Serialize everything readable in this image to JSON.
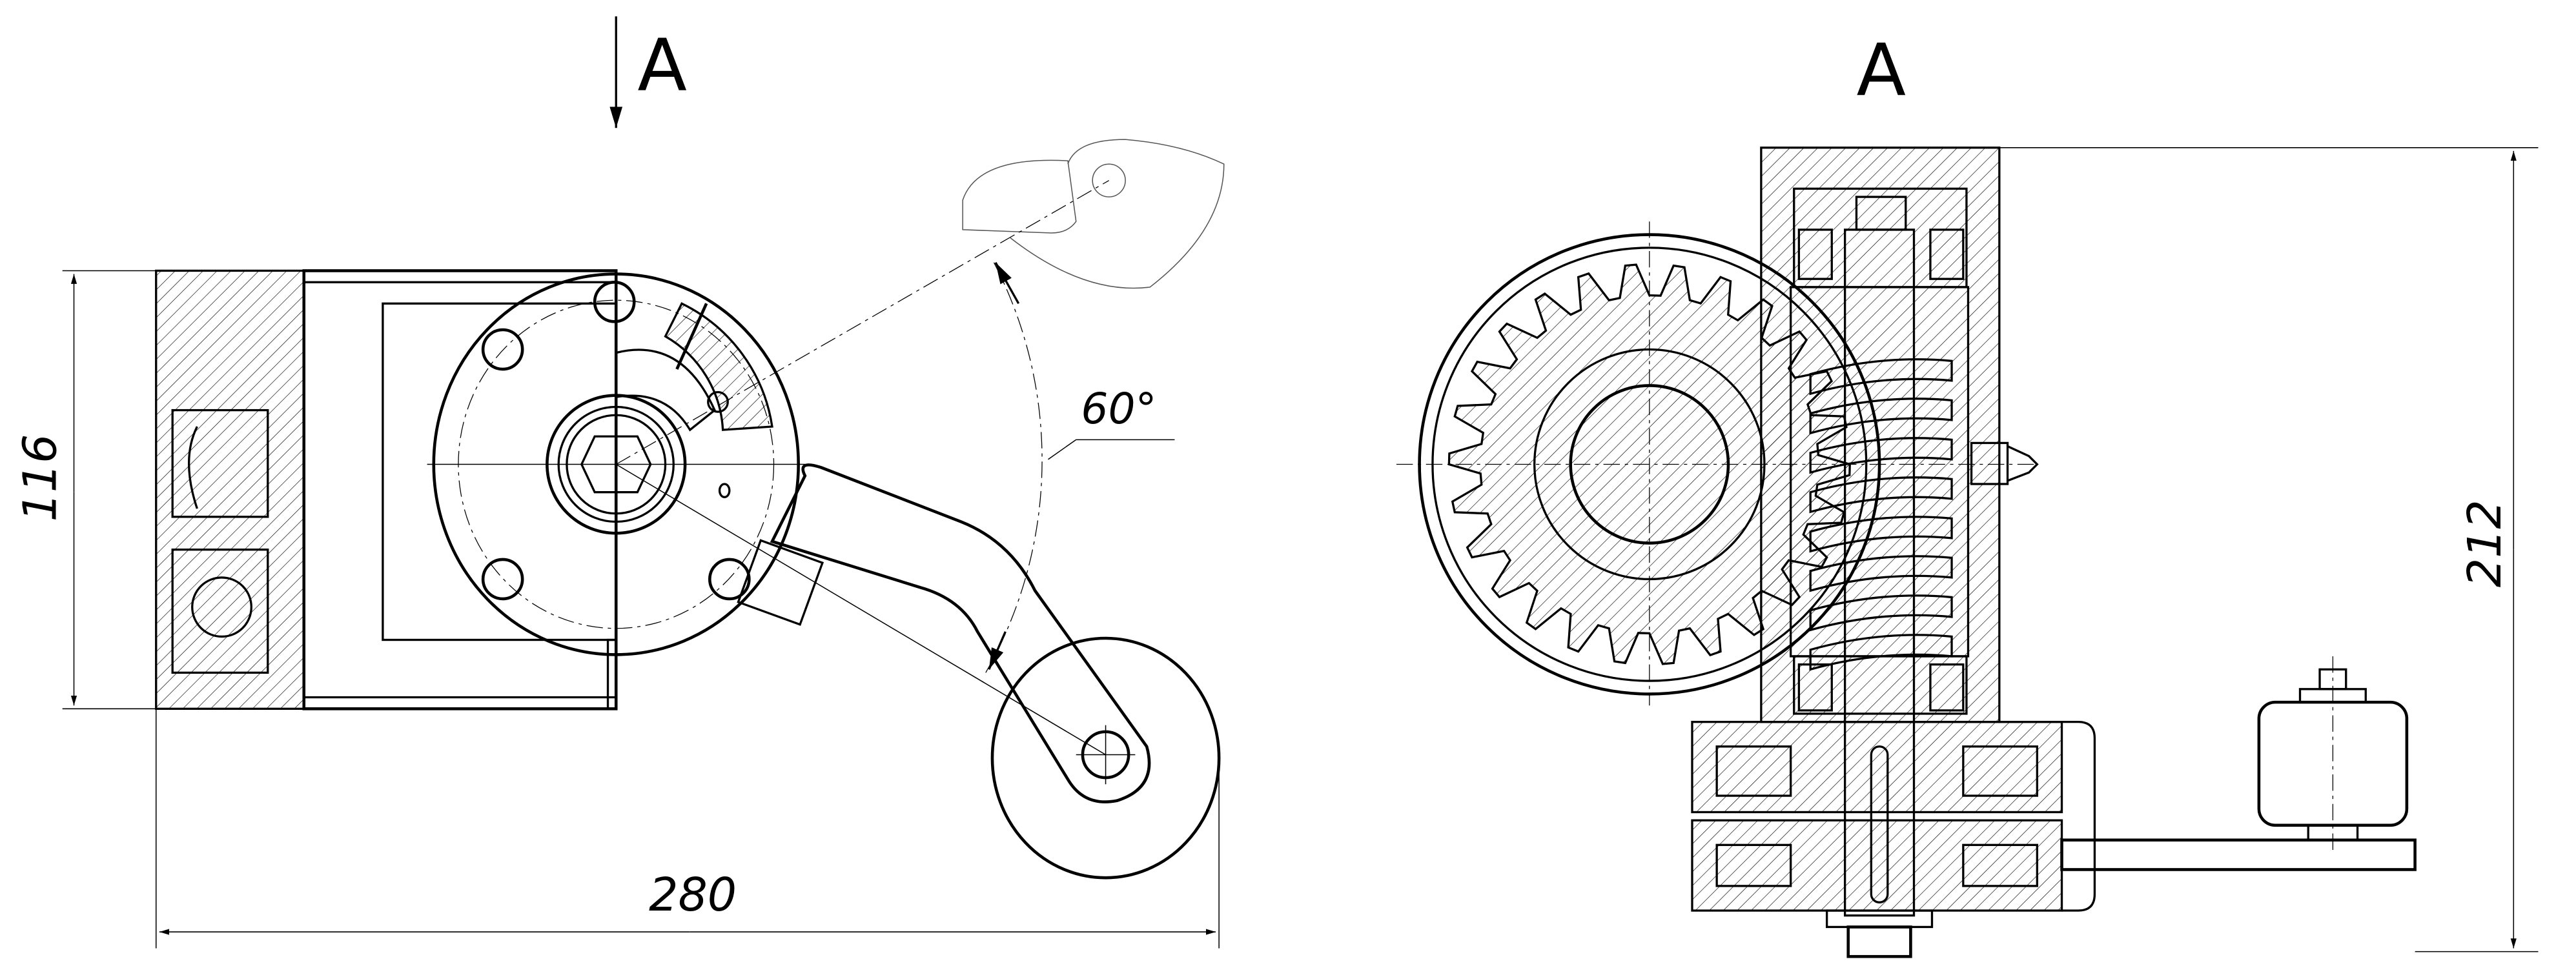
{
  "left_view": {
    "section_label": "A",
    "dim_height": "116",
    "dim_width": "280",
    "angle": "60°"
  },
  "right_view": {
    "view_label": "A",
    "dim_height": "212"
  }
}
